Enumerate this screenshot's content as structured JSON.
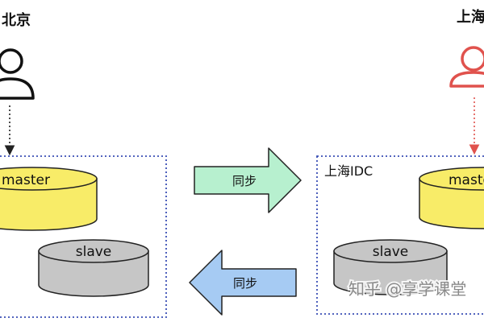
{
  "left": {
    "user_label": "北京",
    "user_icon": "user-icon",
    "user_color": "#000000",
    "master_label": "master",
    "slave_label": "slave"
  },
  "right": {
    "user_label": "上海",
    "user_icon": "user-icon",
    "user_color": "#e0524d",
    "idc_label": "上海IDC",
    "master_label": "master",
    "slave_label": "slave"
  },
  "sync_arrows": [
    {
      "label": "同步",
      "direction": "right",
      "color": "#b7f0cf"
    },
    {
      "label": "同步",
      "direction": "left",
      "color": "#a6cbf3"
    }
  ],
  "colors": {
    "master_fill": "#f8ec68",
    "slave_fill": "#c6c6c6",
    "idc_border": "#3a4fb5",
    "left_dotted": "#222222",
    "right_dotted": "#e0524d"
  },
  "watermark": "知乎 @享学课堂"
}
